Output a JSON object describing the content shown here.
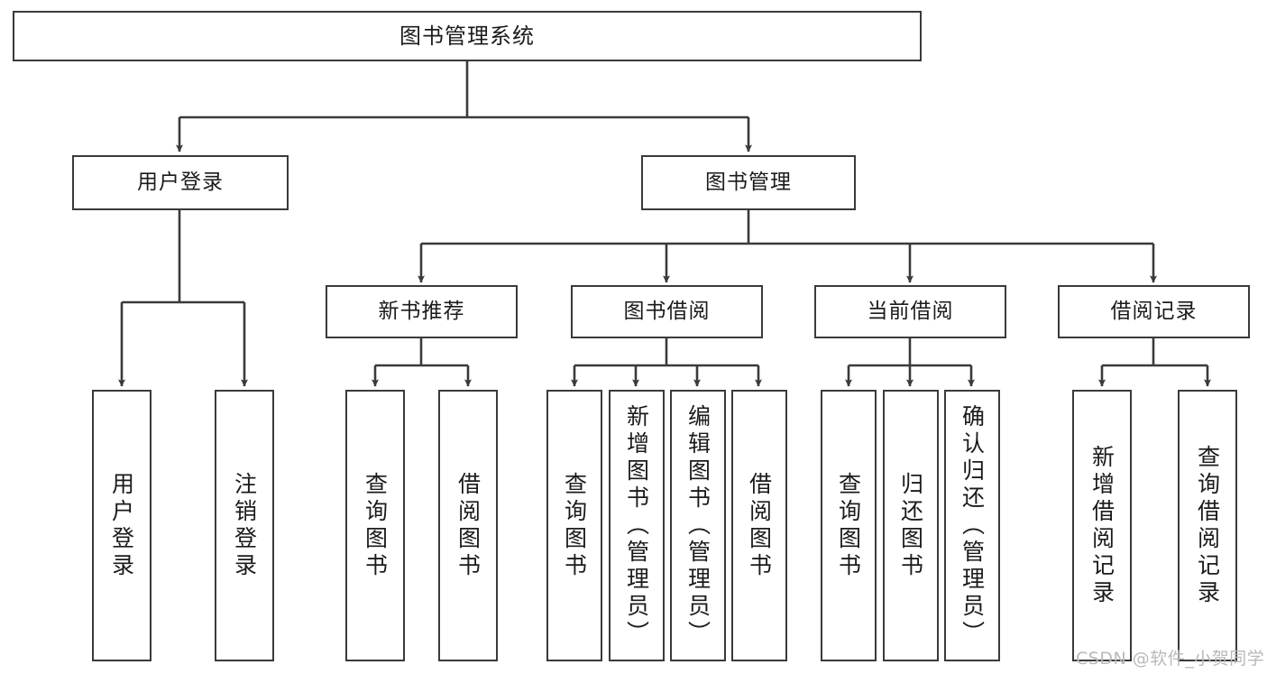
{
  "diagram": {
    "title": "图书管理系统",
    "type": "tree-hierarchy-diagram",
    "watermark": "CSDN @软件_小贺同学",
    "colors": {
      "node_border": "#3a3a3a",
      "node_fill": "#ffffff",
      "edge": "#3a3a3a",
      "text": "#1b1b1b",
      "watermark": "#b9b9b9",
      "background": "#ffffff"
    },
    "root": {
      "label": "图书管理系统"
    },
    "level2": [
      {
        "id": "user-login",
        "label": "用户登录"
      },
      {
        "id": "book-manage",
        "label": "图书管理"
      }
    ],
    "level3": [
      {
        "id": "new-book-recommend",
        "label": "新书推荐"
      },
      {
        "id": "book-borrow",
        "label": "图书借阅"
      },
      {
        "id": "current-borrow",
        "label": "当前借阅"
      },
      {
        "id": "borrow-record",
        "label": "借阅记录"
      }
    ],
    "leaves": {
      "user_login": [
        {
          "id": "leaf-user-login",
          "label": "用户登录"
        },
        {
          "id": "leaf-logout-login",
          "label": "注销登录"
        }
      ],
      "new_book_recommend": [
        {
          "id": "leaf-query-book-1",
          "label": "查询图书"
        },
        {
          "id": "leaf-borrow-book-1",
          "label": "借阅图书"
        }
      ],
      "book_borrow": [
        {
          "id": "leaf-query-book-2",
          "label": "查询图书"
        },
        {
          "id": "leaf-add-book",
          "label": "新增图书（管理员）"
        },
        {
          "id": "leaf-edit-book",
          "label": "编辑图书（管理员）"
        },
        {
          "id": "leaf-borrow-book-2",
          "label": "借阅图书"
        }
      ],
      "current_borrow": [
        {
          "id": "leaf-query-book-3",
          "label": "查询图书"
        },
        {
          "id": "leaf-return-book",
          "label": "归还图书"
        },
        {
          "id": "leaf-confirm-return",
          "label": "确认归还（管理员）"
        }
      ],
      "borrow_record": [
        {
          "id": "leaf-add-record",
          "label": "新增借阅记录"
        },
        {
          "id": "leaf-query-record",
          "label": "查询借阅记录"
        }
      ]
    }
  }
}
